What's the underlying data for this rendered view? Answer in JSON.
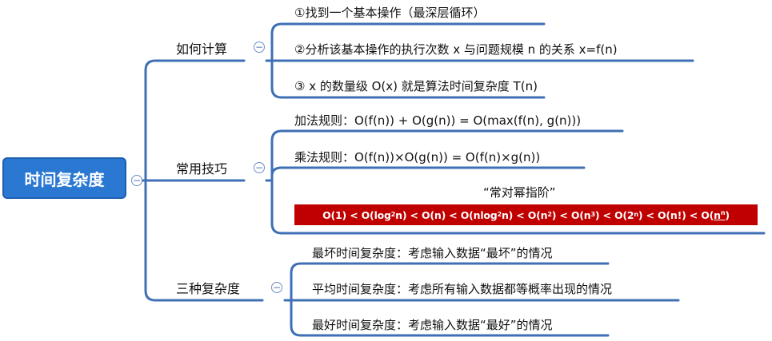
{
  "colors": {
    "line": "#3f6fb5",
    "root_bg": "#2a78d2",
    "order_bg": "#c00000"
  },
  "root": {
    "label": "时间复杂度"
  },
  "branches": [
    {
      "label": "如何计算",
      "children": [
        "①找到一个基本操作（最深层循环）",
        "②分析该基本操作的执行次数 x 与问题规模 n 的关系 x=f(n)",
        "③ x 的数量级 O(x) 就是算法时间复杂度 T(n)"
      ]
    },
    {
      "label": "常用技巧",
      "children": [
        "加法规则：O(f(n)) + O(g(n)) = O(max(f(n), g(n)))",
        "乘法规则：O(f(n))×O(g(n)) = O(f(n)×g(n))"
      ],
      "order_title": "“常对幂指阶”",
      "order": {
        "p1": "O(1) < O(log",
        "p1_sub": "2",
        "p2": "n) < O(n) < O(nlog",
        "p2_sub": "2",
        "p3": "n) < O(n",
        "p3_sup": "2",
        "p4": ") < O(n",
        "p4_sup": "3",
        "p5": ") < O(2",
        "p5_sup": "n",
        "p6": ") < O(n!) < O(",
        "p6_base": "n",
        "p6_sup": "n",
        "p7": ")"
      }
    },
    {
      "label": "三种复杂度",
      "children": [
        "最坏时间复杂度：考虑输入数据“最坏”的情况",
        "平均时间复杂度：考虑所有输入数据都等概率出现的情况",
        "最好时间复杂度：考虑输入数据“最好”的情况"
      ]
    }
  ],
  "toggle_symbol": "−"
}
